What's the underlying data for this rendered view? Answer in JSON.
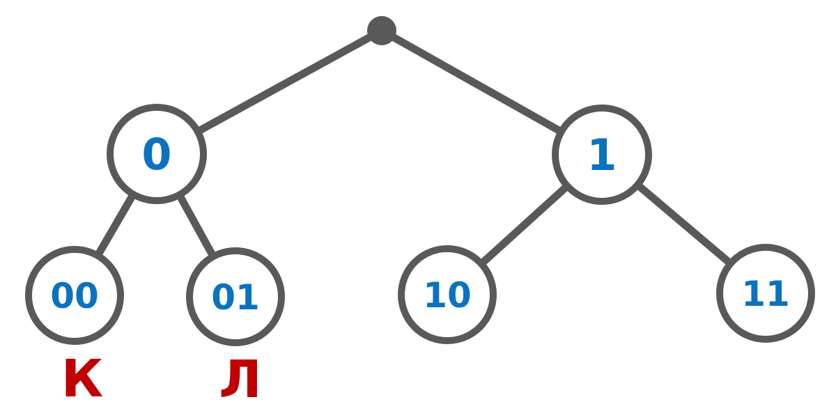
{
  "colors": {
    "edge_gray": "#595959",
    "code_blue": "#0B72C2",
    "letter_red": "#C00000",
    "background": "#FFFFFF"
  },
  "tree": {
    "type": "binary-code-tree",
    "nodes": {
      "n0": {
        "label": "0"
      },
      "n1": {
        "label": "1"
      },
      "n00": {
        "label": "00",
        "letter": "К"
      },
      "n01": {
        "label": "01",
        "letter": "Л"
      },
      "n10": {
        "label": "10"
      },
      "n11": {
        "label": "11"
      }
    }
  }
}
